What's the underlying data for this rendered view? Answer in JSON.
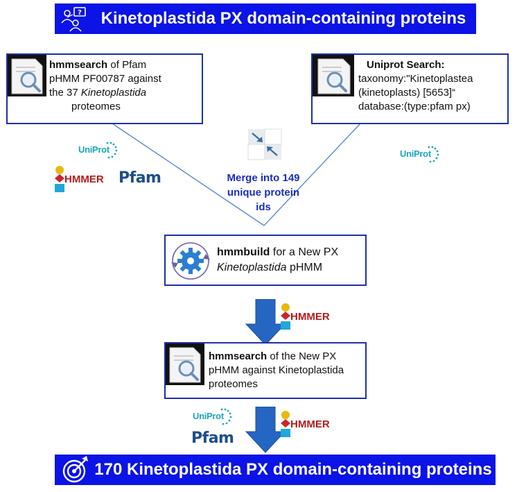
{
  "header": {
    "title": "Kinetoplastida PX domain-containing proteins"
  },
  "steps": {
    "hmmsearch_pfam": {
      "bold": "hmmsearch",
      "line1_rest": " of Pfam",
      "line2": "pHMM PF00787 against",
      "line3_pre": "the 37 ",
      "line3_italic": "Kinetoplastida",
      "line4": "proteomes"
    },
    "uniprot_search": {
      "bold": "Uniprot Search:",
      "line2": "taxonomy:\"Kinetoplastea",
      "line3": "(kinetoplasts) [5653]“",
      "line4": "database:(type:pfam px)"
    },
    "merge": {
      "line1": "Merge into 149",
      "line2": "unique protein",
      "line3": "ids"
    },
    "hmmbuild": {
      "bold": "hmmbuild",
      "line1_rest": " for a New PX",
      "line2_italic": "Kinetoplastida",
      "line2_rest": " pHMM"
    },
    "hmmsearch_new": {
      "bold": "hmmsearch",
      "line1_rest": " of the New PX",
      "line2": "pHMM against Kinetoplastida",
      "line3": "proteomes"
    }
  },
  "logos": {
    "uniprot_uni": "Uni",
    "uniprot_prot": "Prot",
    "pfam": "Pfam",
    "hmmer": "HMMER"
  },
  "result": {
    "title": "170 Kinetoplastida PX domain-containing proteins"
  },
  "colors": {
    "banner": "#0b13e6",
    "box_border": "#1f2fa6",
    "arrow": "#2566c2",
    "merge_text": "#1a2dbf",
    "hmmer": "#b31b1b",
    "uniprot": "#1ba7b9",
    "pfam": "#1d4e8a"
  }
}
